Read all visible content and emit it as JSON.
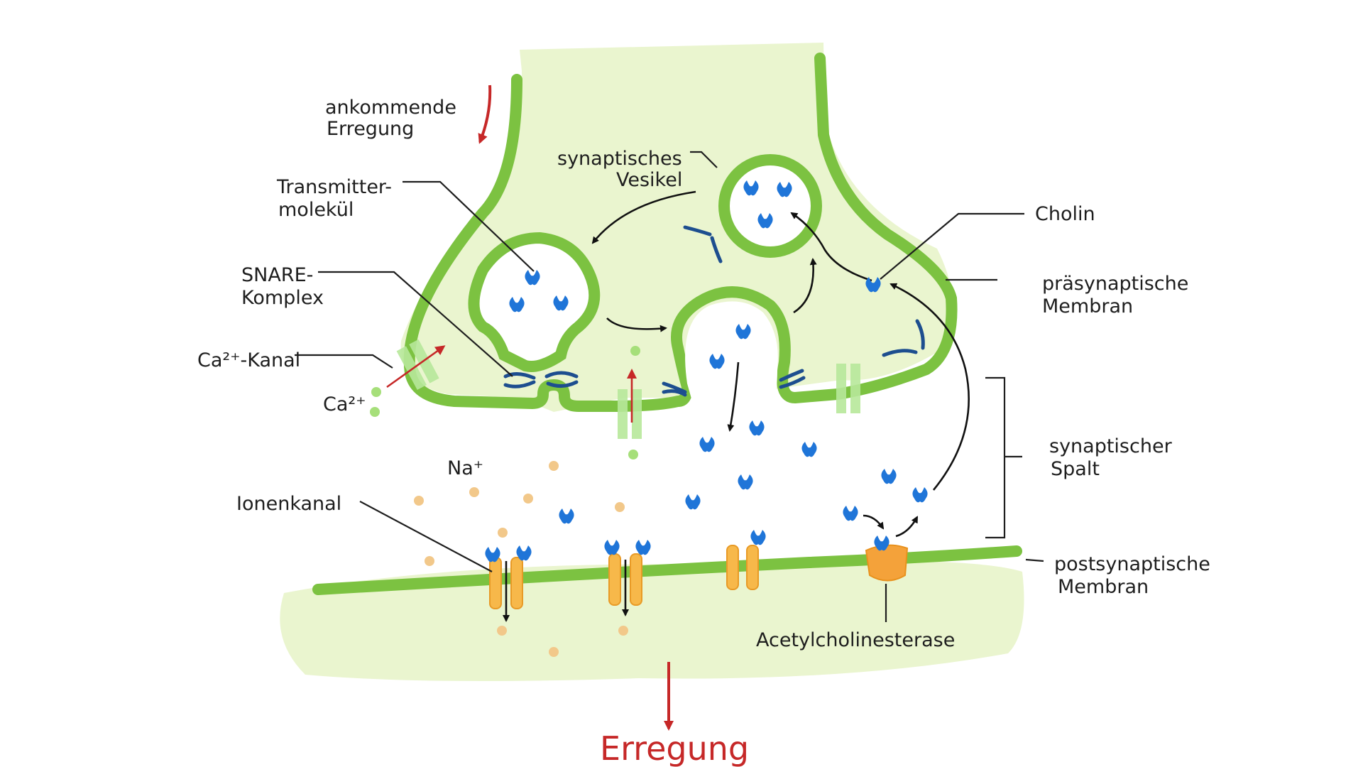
{
  "colors": {
    "membrane": "#7cc241",
    "cytoplasm": "#eaf5cf",
    "transmitter": "#1f75d8",
    "snare": "#1d4e8f",
    "ion_channel": "#f7b84a",
    "sodium": "#f2c88a",
    "calcium": "#a6df7a",
    "excitation_arrow": "#c62828"
  },
  "labels": {
    "incoming_excitation": [
      "ankommende",
      "Erregung"
    ],
    "transmitter": [
      "Transmitter-",
      "molekül"
    ],
    "snare": [
      "SNARE-",
      "Komplex"
    ],
    "ca_channel": "Ca²⁺-Kanal",
    "ca_ion": "Ca²⁺",
    "na_ion": "Na⁺",
    "ion_channel": "Ionenkanal",
    "vesicle": [
      "synaptisches",
      "Vesikel"
    ],
    "choline": "Cholin",
    "presynaptic": [
      "präsynaptische",
      "Membran"
    ],
    "cleft": [
      "synaptischer",
      "Spalt"
    ],
    "postsynaptic": [
      "postsynaptische",
      "Membran"
    ],
    "ache": "Acetylcholinesterase",
    "excitation_out": "Erregung"
  }
}
